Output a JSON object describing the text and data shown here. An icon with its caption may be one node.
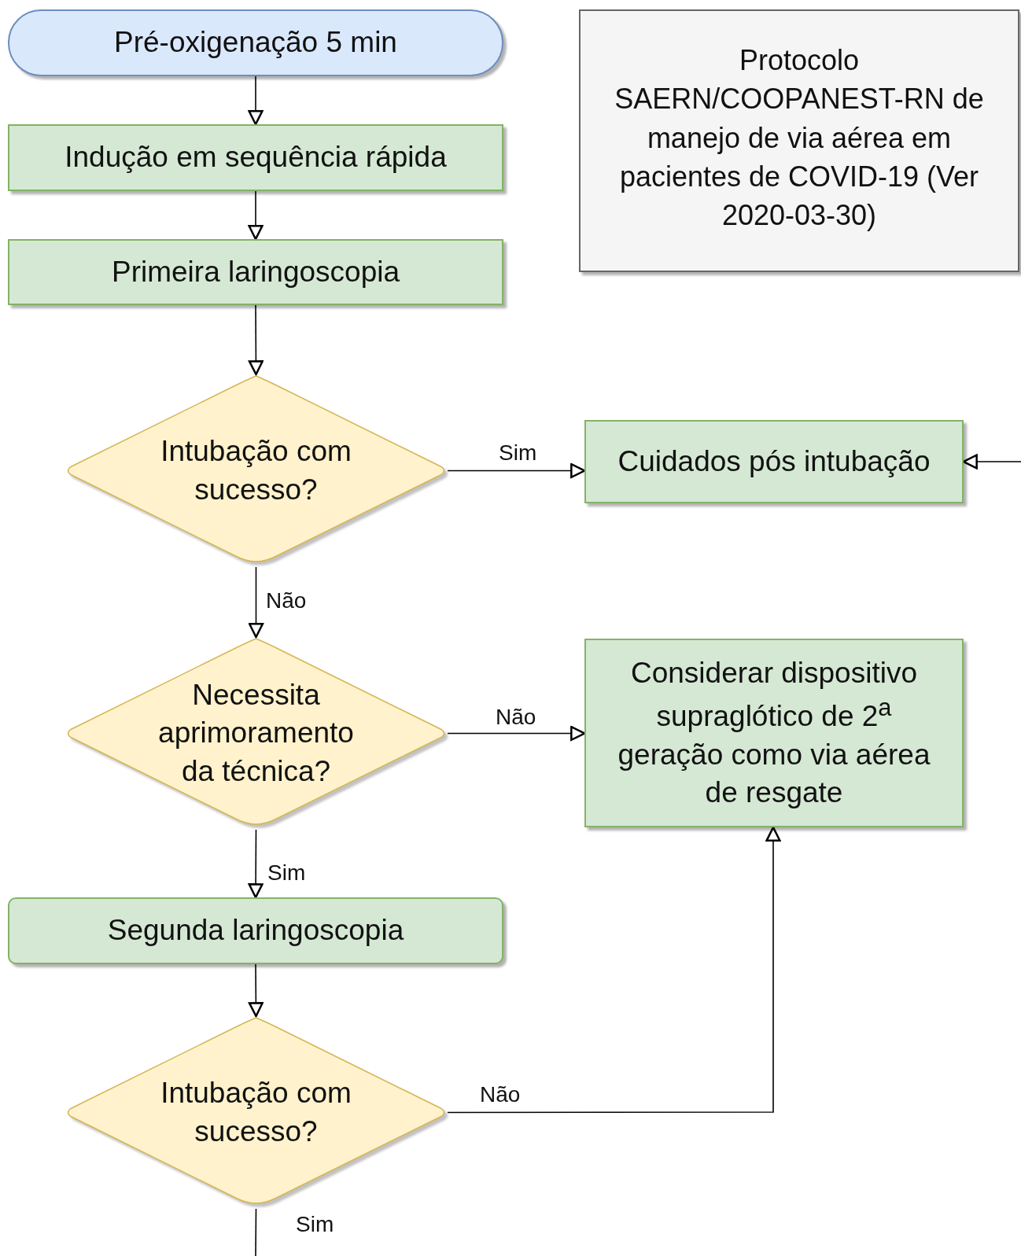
{
  "diagram": {
    "nodes": [
      {
        "text": [
          "Pré-oxigenação 5 min"
        ]
      },
      {
        "text": [
          "Protocolo SAERN/COOPANEST-RN de manejo de via aérea em pacientes de COVID-19 (Ver 2020-03-30)"
        ]
      },
      {
        "text": [
          "Indução em sequência rápida"
        ]
      },
      {
        "text": [
          "Primeira laringoscopia"
        ]
      },
      {
        "text": [
          "Intubação com sucesso?"
        ]
      },
      {
        "text": [
          "Cuidados pós intubação"
        ]
      },
      {
        "text": [
          "Necessita aprimoramento da técnica?"
        ]
      },
      {
        "text": [
          "Considerar dispositivo supraglótico de 2$^{a}$ geração como via aérea de resgate"
        ]
      },
      {
        "text": [
          "Segunda laringoscopia"
        ]
      },
      {
        "text": [
          "Intubação com sucesso?"
        ]
      }
    ],
    "edges": [
      {
        "from": 0,
        "to": 2,
        "arrow": "to"
      },
      {
        "from": 2,
        "to": 3,
        "arrow": "to"
      },
      {
        "from": 3,
        "to": 4,
        "arrow": "to"
      },
      {
        "from": 4,
        "to": 5,
        "arrow": "to",
        "label": "Sim"
      },
      {
        "from": 4,
        "to": 6,
        "arrow": "to",
        "label": "Não"
      },
      {
        "from": 6,
        "to": 7,
        "arrow": "to",
        "label": "Não"
      },
      {
        "from": 6,
        "to": 8,
        "arrow": "to",
        "label": "Sim"
      },
      {
        "from": 8,
        "to": 9,
        "arrow": "to"
      },
      {
        "from": 9,
        "to": 7,
        "arrow": "to",
        "label": "Não"
      },
      {
        "from": 9,
        "to": null,
        "arrow": "none",
        "label": "Sim"
      },
      {
        "from": null,
        "to": 5,
        "arrow": "to"
      }
    ]
  }
}
